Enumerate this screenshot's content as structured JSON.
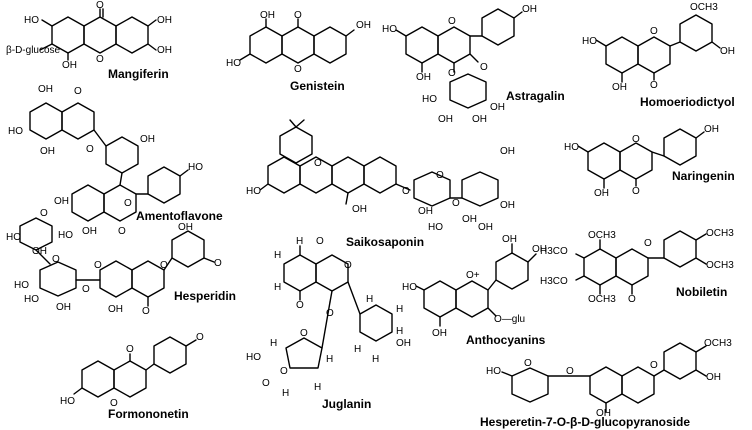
{
  "compounds": [
    {
      "name": "Mangiferin",
      "labels": [
        "HO",
        "O",
        "OH",
        "OH",
        "OH",
        "O",
        "β-D-glucose"
      ]
    },
    {
      "name": "Genistein",
      "labels": [
        "OH",
        "O",
        "OH",
        "HO",
        "O"
      ]
    },
    {
      "name": "Astragalin",
      "labels": [
        "OH",
        "HO",
        "O",
        "OH",
        "O",
        "O",
        "HO",
        "OH",
        "OH",
        "OH"
      ]
    },
    {
      "name": "Homoeriodictyol",
      "labels": [
        "OCH3",
        "OH",
        "HO",
        "O",
        "OH",
        "O"
      ]
    },
    {
      "name": "Amentoflavone",
      "labels": [
        "OH",
        "O",
        "HO",
        "O",
        "OH",
        "OH",
        "OH",
        "OH",
        "O",
        "HO",
        "O"
      ]
    },
    {
      "name": "Naringenin",
      "labels": [
        "OH",
        "HO",
        "O",
        "OH",
        "O"
      ]
    },
    {
      "name": "Saikosaponin",
      "labels": [
        "O",
        "HO",
        "OH",
        "O",
        "O",
        "OH",
        "O",
        "OH",
        "HO",
        "OH",
        "OH",
        "OH"
      ]
    },
    {
      "name": "Hesperidin",
      "labels": [
        "HO",
        "O",
        "HO",
        "OH",
        "O",
        "O",
        "HO",
        "HO",
        "OH",
        "O",
        "OH",
        "O",
        "O",
        "OH",
        "O"
      ]
    },
    {
      "name": "Nobiletin",
      "labels": [
        "OCH3",
        "H3CO",
        "OCH3",
        "H3CO",
        "OCH3",
        "OCH3",
        "O",
        "O"
      ]
    },
    {
      "name": "Juglanin",
      "labels": [
        "H",
        "O",
        "H",
        "O",
        "H",
        "O",
        "H",
        "H",
        "O",
        "HO",
        "H",
        "O",
        "H",
        "O",
        "H",
        "H",
        "H",
        "OH",
        "H",
        "H",
        "O"
      ]
    },
    {
      "name": "Anthocyanins",
      "labels": [
        "OH",
        "OH",
        "HO",
        "O+",
        "OH",
        "O—glu"
      ]
    },
    {
      "name": "Formononetin",
      "labels": [
        "O",
        "HO",
        "O",
        "O"
      ]
    },
    {
      "name": "Hesperetin-7-O-β-D-glucopyranoside",
      "labels": [
        "OH",
        "OCH3",
        "HO",
        "O",
        "O",
        "OH",
        "O"
      ]
    }
  ]
}
